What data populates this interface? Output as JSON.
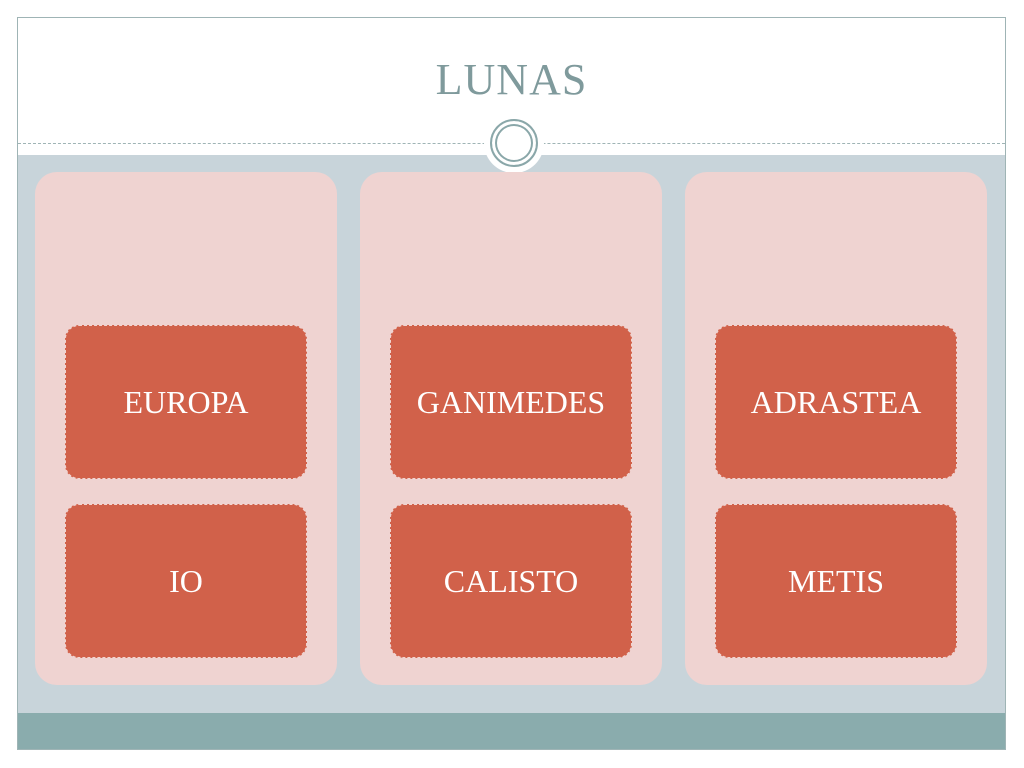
{
  "slide": {
    "title": "LUNAS",
    "columns": [
      {
        "items": [
          "EUROPA",
          "IO"
        ]
      },
      {
        "items": [
          "GANIMEDES",
          "CALISTO"
        ]
      },
      {
        "items": [
          "ADRASTEA",
          "METIS"
        ]
      }
    ]
  },
  "colors": {
    "title": "#7f9a9c",
    "background": "#c8d4da",
    "column": "#efd3d1",
    "card": "#d1614a",
    "footer": "#8aacad"
  }
}
